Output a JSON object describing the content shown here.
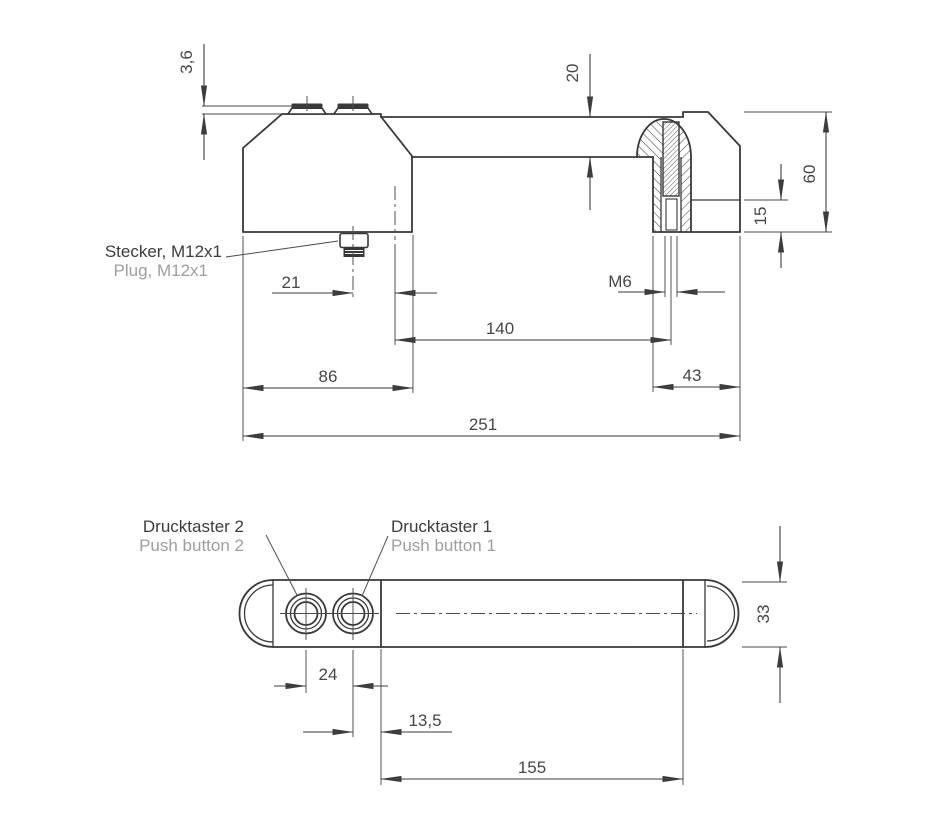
{
  "drawing": {
    "type": "technical-dimension-drawing",
    "colors": {
      "ink": "#383838",
      "dim_text": "#474747",
      "muted_text": "#9e9e9e",
      "background": "#ffffff"
    },
    "side_view": {
      "dims": {
        "d3_6": "3,6",
        "d20": "20",
        "d60": "60",
        "d15": "15",
        "d21": "21",
        "m6": "M6",
        "d140": "140",
        "d86": "86",
        "d43": "43",
        "d251": "251"
      },
      "labels": {
        "plug_de": "Stecker, M12x1",
        "plug_en": "Plug, M12x1"
      }
    },
    "bottom_view": {
      "dims": {
        "d24": "24",
        "d13_5": "13,5",
        "d155": "155",
        "d33": "33"
      },
      "labels": {
        "button2_de": "Drucktaster 2",
        "button2_en": "Push button 2",
        "button1_de": "Drucktaster 1",
        "button1_en": "Push button 1"
      }
    }
  }
}
